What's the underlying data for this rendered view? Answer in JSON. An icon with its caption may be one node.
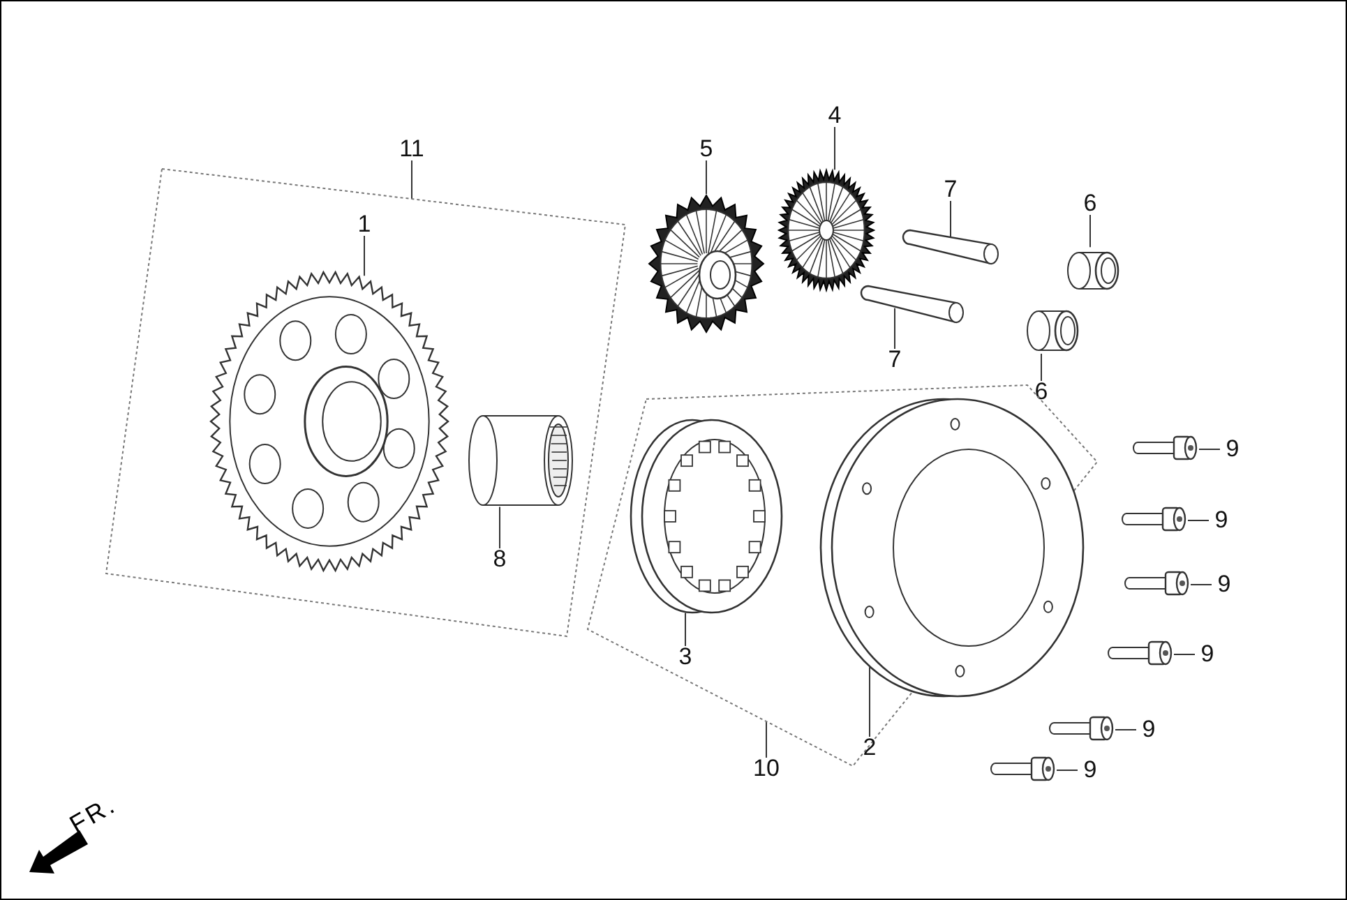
{
  "diagram": {
    "nodes": [
      {
        "text": [
          "11"
        ]
      },
      {
        "text": [],
        "shape": "box"
      },
      {
        "text": [
          "1"
        ],
        "in": 1
      },
      {
        "text": [],
        "shape": "picture",
        "in": 1
      },
      {
        "text": [
          "8"
        ],
        "in": 1
      },
      {
        "text": [],
        "shape": "picture",
        "in": 1
      },
      {
        "text": [
          "5"
        ]
      },
      {
        "text": [],
        "shape": "picture"
      },
      {
        "text": [
          "4"
        ]
      },
      {
        "text": [],
        "shape": "picture"
      },
      {
        "text": [
          "7"
        ]
      },
      {
        "text": [],
        "shape": "picture"
      },
      {
        "text": [
          "6"
        ]
      },
      {
        "text": [],
        "shape": "picture"
      },
      {
        "text": [],
        "shape": "picture"
      },
      {
        "text": [
          "7"
        ]
      },
      {
        "text": [],
        "shape": "picture"
      },
      {
        "text": [
          "6"
        ]
      },
      {
        "text": [],
        "shape": "box"
      },
      {
        "text": [
          "3"
        ],
        "in": 18
      },
      {
        "text": [],
        "shape": "picture",
        "in": 18
      },
      {
        "text": [
          "2"
        ],
        "in": 18
      },
      {
        "text": [],
        "shape": "picture",
        "in": 18
      },
      {
        "text": [
          "10"
        ]
      },
      {
        "text": [],
        "shape": "picture"
      },
      {
        "text": [
          "9"
        ]
      },
      {
        "text": [],
        "shape": "picture"
      },
      {
        "text": [
          "9"
        ]
      },
      {
        "text": [],
        "shape": "picture"
      },
      {
        "text": [
          "9"
        ]
      },
      {
        "text": [],
        "shape": "picture"
      },
      {
        "text": [
          "9"
        ]
      },
      {
        "text": [],
        "shape": "picture"
      },
      {
        "text": [
          "9"
        ]
      },
      {
        "text": [],
        "shape": "picture"
      },
      {
        "text": [
          "9"
        ]
      }
    ],
    "edges": [
      {
        "from": 0,
        "to": 1,
        "arrow": "none"
      },
      {
        "from": 2,
        "to": 3,
        "arrow": "none"
      },
      {
        "from": 4,
        "to": 5,
        "arrow": "none"
      },
      {
        "from": 6,
        "to": 7,
        "arrow": "none"
      },
      {
        "from": 8,
        "to": 9,
        "arrow": "none"
      },
      {
        "from": 10,
        "to": 11,
        "arrow": "none"
      },
      {
        "from": 12,
        "to": 13,
        "arrow": "none"
      },
      {
        "from": 15,
        "to": 14,
        "arrow": "none"
      },
      {
        "from": 17,
        "to": 16,
        "arrow": "none"
      },
      {
        "from": 19,
        "to": 20,
        "arrow": "none"
      },
      {
        "from": 21,
        "to": 22,
        "arrow": "none"
      },
      {
        "from": 23,
        "to": 18,
        "arrow": "none"
      },
      {
        "from": 25,
        "to": 24,
        "arrow": "none"
      },
      {
        "from": 27,
        "to": 26,
        "arrow": "none"
      },
      {
        "from": 29,
        "to": 28,
        "arrow": "none"
      },
      {
        "from": 31,
        "to": 30,
        "arrow": "none"
      },
      {
        "from": 33,
        "to": 32,
        "arrow": "none"
      },
      {
        "from": 35,
        "to": 34,
        "arrow": "none"
      }
    ],
    "labels": [
      "FR."
    ]
  }
}
